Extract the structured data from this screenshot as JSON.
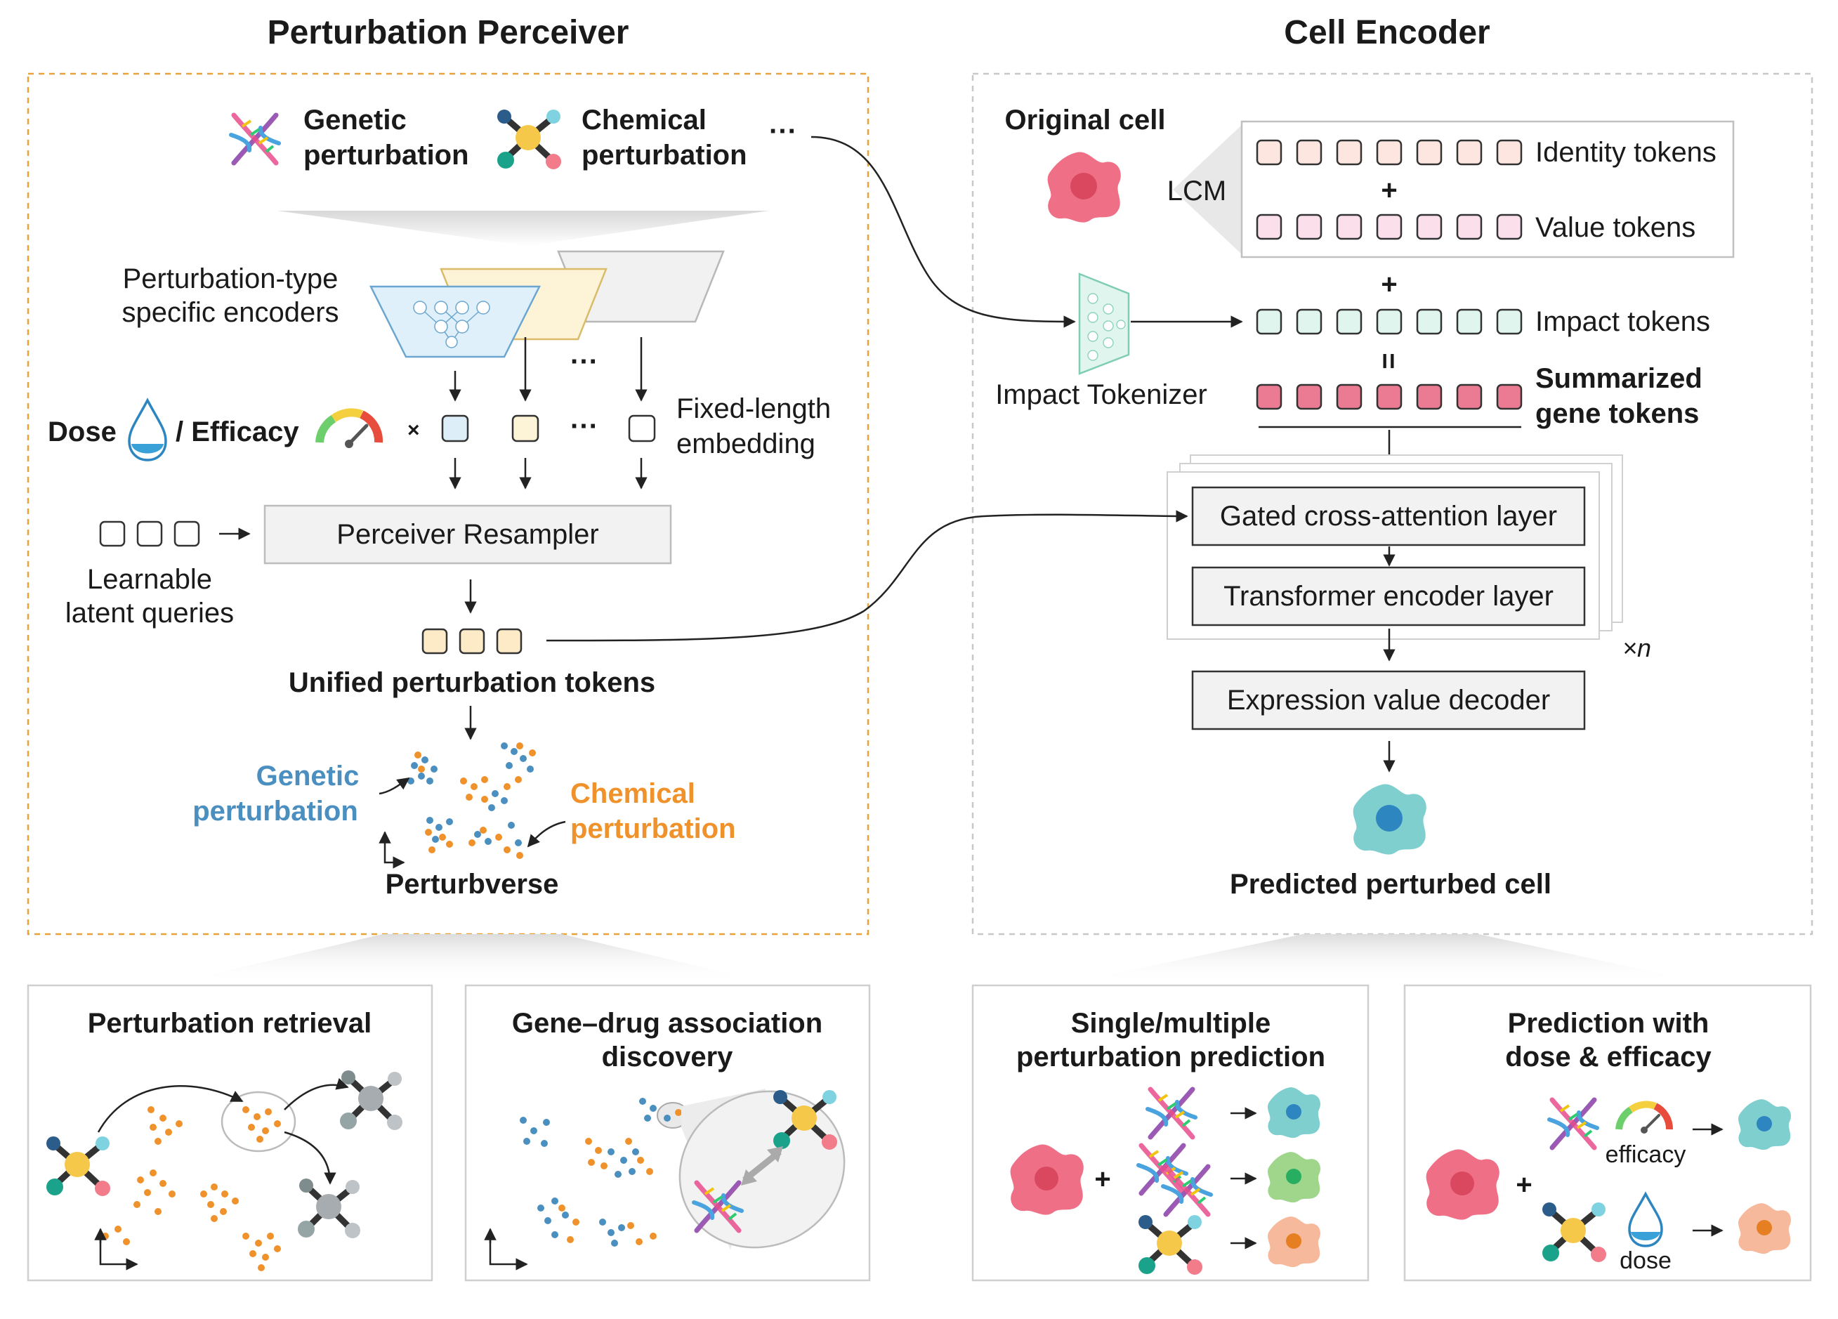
{
  "titles": {
    "left": "Perturbation Perceiver",
    "right": "Cell Encoder"
  },
  "perceiver": {
    "genetic_line1": "Genetic",
    "genetic_line2": "perturbation",
    "chemical_line1": "Chemical",
    "chemical_line2": "perturbation",
    "more": "···",
    "encoders_line1": "Perturbation-type",
    "encoders_line2": "specific encoders",
    "dose": "Dose",
    "efficacy": "/ Efficacy",
    "times": "×",
    "fixed_line1": "Fixed-length",
    "fixed_line2": "embedding",
    "resampler": "Perceiver Resampler",
    "latent_line1": "Learnable",
    "latent_line2": "latent queries",
    "unified": "Unified perturbation tokens",
    "pv_genetic_line1": "Genetic",
    "pv_genetic_line2": "perturbation",
    "pv_chemical_line1": "Chemical",
    "pv_chemical_line2": "perturbation",
    "perturbverse": "Perturbverse"
  },
  "encoder": {
    "original_cell": "Original cell",
    "lcm": "LCM",
    "identity_tokens": "Identity tokens",
    "value_tokens": "Value tokens",
    "plus": "+",
    "equals": "=",
    "impact_tokens": "Impact tokens",
    "impact_tokenizer": "Impact Tokenizer",
    "summarized_line1": "Summarized",
    "summarized_line2": "gene tokens",
    "gated": "Gated cross-attention layer",
    "transformer": "Transformer encoder layer",
    "times_n": "×n",
    "decoder": "Expression value decoder",
    "predicted": "Predicted perturbed cell"
  },
  "tasks": {
    "retrieval": "Perturbation retrieval",
    "gene_drug_line1": "Gene–drug association",
    "gene_drug_line2": "discovery",
    "single_line1": "Single/multiple",
    "single_line2": "perturbation prediction",
    "dose_line1": "Prediction with",
    "dose_line2": "dose & efficacy",
    "efficacy_label": "efficacy",
    "dose_label": "dose"
  },
  "colors": {
    "genetic_blue": "#4a8fc0",
    "chemical_orange": "#f0922b",
    "token_pink": "#e8738a",
    "token_green": "#7fd8bc",
    "cell_pink": "#ef6f86",
    "cell_teal": "#7fcfcf"
  }
}
